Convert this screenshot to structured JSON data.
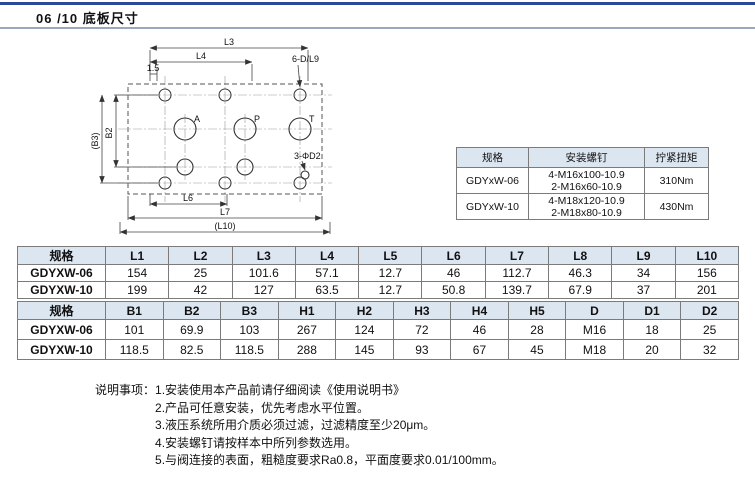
{
  "page": {
    "title": "06 /10 底板尺寸"
  },
  "drawing": {
    "dim_l3": "L3",
    "dim_l4": "L4",
    "dim_offset": "1.5",
    "label_holes_top": "6-D/L9",
    "port_a": "A",
    "port_p": "P",
    "port_t": "T",
    "label_holes_right": "3-ΦD2",
    "dim_b2": "B2",
    "dim_b3": "(B3)",
    "dim_l6": "L6",
    "dim_l7": "L7",
    "dim_l10": "(L10)"
  },
  "screw_table": {
    "col_spec": "规格",
    "col_screws": "安装螺钉",
    "col_torque": "拧紧扭矩",
    "rows": [
      {
        "spec": "GDYxW-06",
        "screws_line1": "4-M16x100-10.9",
        "screws_line2": "2-M16x60-10.9",
        "torque": "310Nm"
      },
      {
        "spec": "GDYxW-10",
        "screws_line1": "4-M18x120-10.9",
        "screws_line2": "2-M18x80-10.9",
        "torque": "430Nm"
      }
    ]
  },
  "dim_table_1": {
    "headers": [
      "规格",
      "L1",
      "L2",
      "L3",
      "L4",
      "L5",
      "L6",
      "L7",
      "L8",
      "L9",
      "L10"
    ],
    "rows": [
      [
        "GDYXW-06",
        "154",
        "25",
        "101.6",
        "57.1",
        "12.7",
        "46",
        "112.7",
        "46.3",
        "34",
        "156"
      ],
      [
        "GDYXW-10",
        "199",
        "42",
        "127",
        "63.5",
        "12.7",
        "50.8",
        "139.7",
        "67.9",
        "37",
        "201"
      ]
    ]
  },
  "dim_table_2": {
    "headers": [
      "规格",
      "B1",
      "B2",
      "B3",
      "H1",
      "H2",
      "H3",
      "H4",
      "H5",
      "D",
      "D1",
      "D2"
    ],
    "rows": [
      [
        "GDYXW-06",
        "101",
        "69.9",
        "103",
        "267",
        "124",
        "72",
        "46",
        "28",
        "M16",
        "18",
        "25"
      ],
      [
        "GDYXW-10",
        "118.5",
        "82.5",
        "118.5",
        "288",
        "145",
        "93",
        "67",
        "45",
        "M18",
        "20",
        "32"
      ]
    ]
  },
  "notes": {
    "label": "说明事项：",
    "items": [
      "1.安装使用本产品前请仔细阅读《使用说明书》",
      "2.产品可任意安装，优先考虑水平位置。",
      "3.液压系统所用介质必须过滤，过滤精度至少20μm。",
      "4.安装螺钉请按样本中所列参数选用。",
      "5.与阀连接的表面，粗糙度要求Ra0.8，平面度要求0.01/100mm。"
    ]
  }
}
